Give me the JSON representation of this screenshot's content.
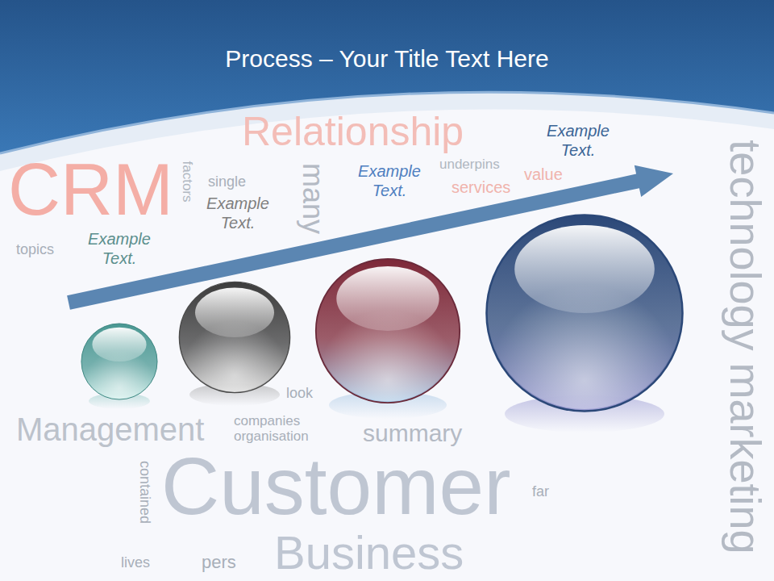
{
  "diagram": {
    "title": "Process – Your Title Text Here",
    "nodes": [
      {
        "text": [
          "Example Text."
        ]
      },
      {
        "text": [
          "Example Text."
        ]
      },
      {
        "text": [
          "Example Text."
        ]
      },
      {
        "text": [
          "Example Text."
        ]
      }
    ],
    "labels": [
      "Relationship",
      "CRM",
      "single",
      "factors",
      "many",
      "underpins",
      "services",
      "value",
      "technology marketing",
      "topics",
      "look",
      "Management",
      "companies",
      "organisation",
      "summary",
      "contained",
      "Customer",
      "far",
      "lives",
      "pers",
      "Business"
    ]
  }
}
